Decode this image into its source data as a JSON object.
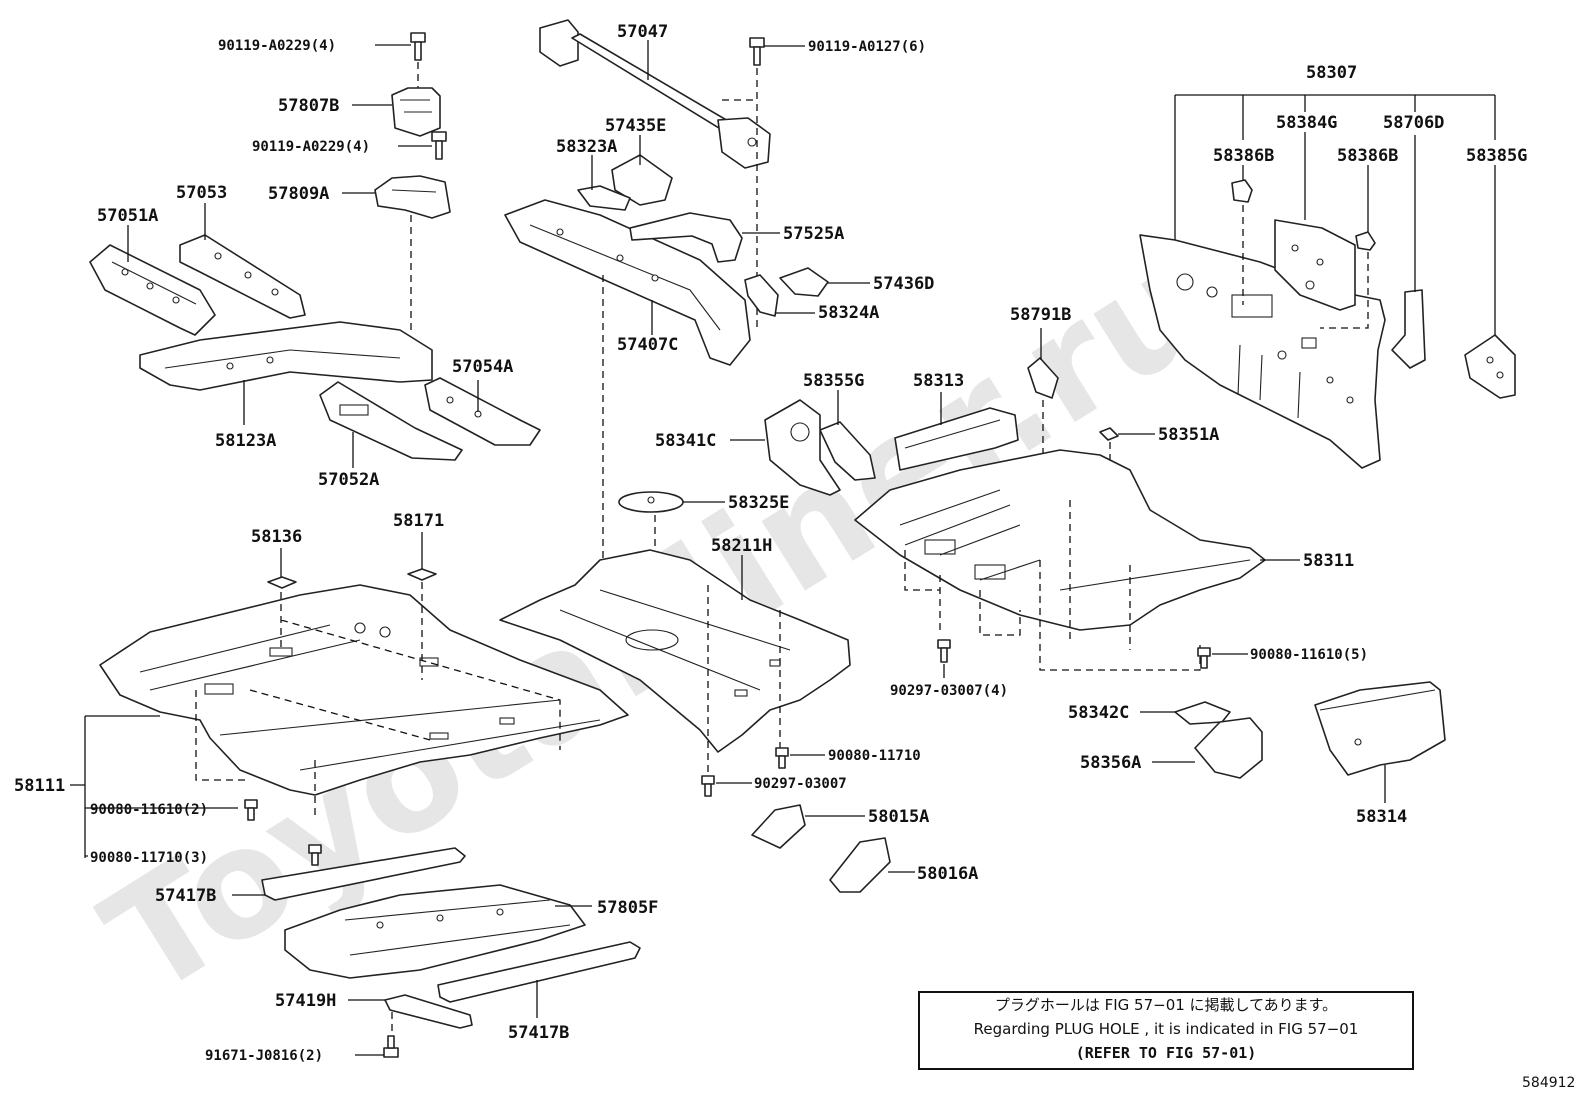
{
  "watermark": "ToyotaMiner.ru",
  "figure_id": "584912",
  "note": {
    "line_jp": "プラグホールは FIG 57−01 に掲載してあります。",
    "line_en": "Regarding PLUG HOLE , it is indicated in FIG 57−01",
    "line_ref": "(REFER TO FIG 57-01)"
  },
  "labels": {
    "p90119_a0229_top": "90119-A0229(4)",
    "p57807b": "57807B",
    "p90119_a0229_mid": "90119-A0229(4)",
    "p57809a": "57809A",
    "p57051a": "57051A",
    "p57053": "57053",
    "p57054a": "57054A",
    "p58123a": "58123A",
    "p57052a": "57052A",
    "p57047": "57047",
    "p90119_a0127": "90119-A0127(6)",
    "p57435e": "57435E",
    "p58323a": "58323A",
    "p57525a": "57525A",
    "p57436d": "57436D",
    "p58324a": "58324A",
    "p57407c": "57407C",
    "p58307": "58307",
    "p58384g": "58384G",
    "p58706d": "58706D",
    "p58386b_l": "58386B",
    "p58386b_r": "58386B",
    "p58385g": "58385G",
    "p58791b": "58791B",
    "p58355g": "58355G",
    "p58313": "58313",
    "p58341c": "58341C",
    "p58351a": "58351A",
    "p58325e": "58325E",
    "p58211h": "58211H",
    "p58311": "58311",
    "p58136": "58136",
    "p58171": "58171",
    "p58111": "58111",
    "p90080_11610_2": "90080-11610(2)",
    "p90080_11710_3": "90080-11710(3)",
    "p90080_11710": "90080-11710",
    "p90297_03007": "90297-03007",
    "p90297_03007_4": "90297-03007(4)",
    "p90080_11610_5": "90080-11610(5)",
    "p58342c": "58342C",
    "p58356a": "58356A",
    "p58314": "58314",
    "p58015a": "58015A",
    "p58016a": "58016A",
    "p57417b_top": "57417B",
    "p57805f": "57805F",
    "p57419h": "57419H",
    "p57417b_bot": "57417B",
    "p91671_j0816": "91671-J0816(2)"
  }
}
